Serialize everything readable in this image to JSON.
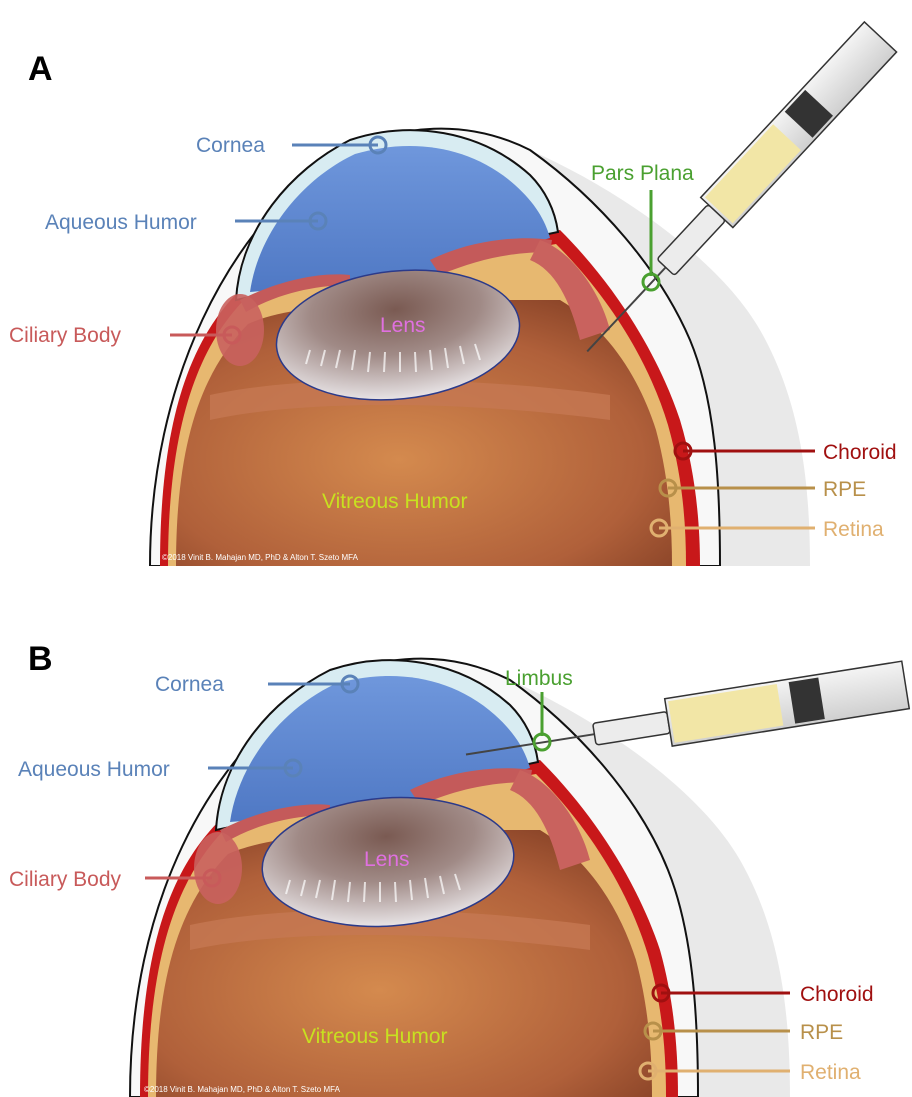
{
  "colors": {
    "cornea_label": "#5a82b8",
    "aqueous_label": "#5a82b8",
    "ciliary_label": "#c85a5a",
    "lens_label": "#e070e0",
    "vitreous_label": "#c8e020",
    "choroid_label": "#a01010",
    "rpe_label": "#b8904a",
    "retina_label": "#e0b070",
    "site_label": "#4aa030",
    "aqueous_fill": "#5b86d2",
    "vitreous_fill": "#b8683a",
    "choroid_fill": "#c8181a",
    "sclera_fill": "#f4f4f4"
  },
  "panels": [
    {
      "letter": "A",
      "labels": {
        "cornea": "Cornea",
        "aqueous": "Aqueous Humor",
        "ciliary": "Ciliary Body",
        "lens": "Lens",
        "vitreous": "Vitreous Humor",
        "choroid": "Choroid",
        "rpe": "RPE",
        "retina": "Retina",
        "injection_site": "Pars Plana"
      },
      "copyright": "©2018 Vinit B. Mahajan MD, PhD & Alton T. Szeto MFA"
    },
    {
      "letter": "B",
      "labels": {
        "cornea": "Cornea",
        "aqueous": "Aqueous Humor",
        "ciliary": "Ciliary Body",
        "lens": "Lens",
        "vitreous": "Vitreous Humor",
        "choroid": "Choroid",
        "rpe": "RPE",
        "retina": "Retina",
        "injection_site": "Limbus"
      },
      "copyright": "©2018 Vinit B. Mahajan MD, PhD & Alton T. Szeto MFA"
    }
  ]
}
